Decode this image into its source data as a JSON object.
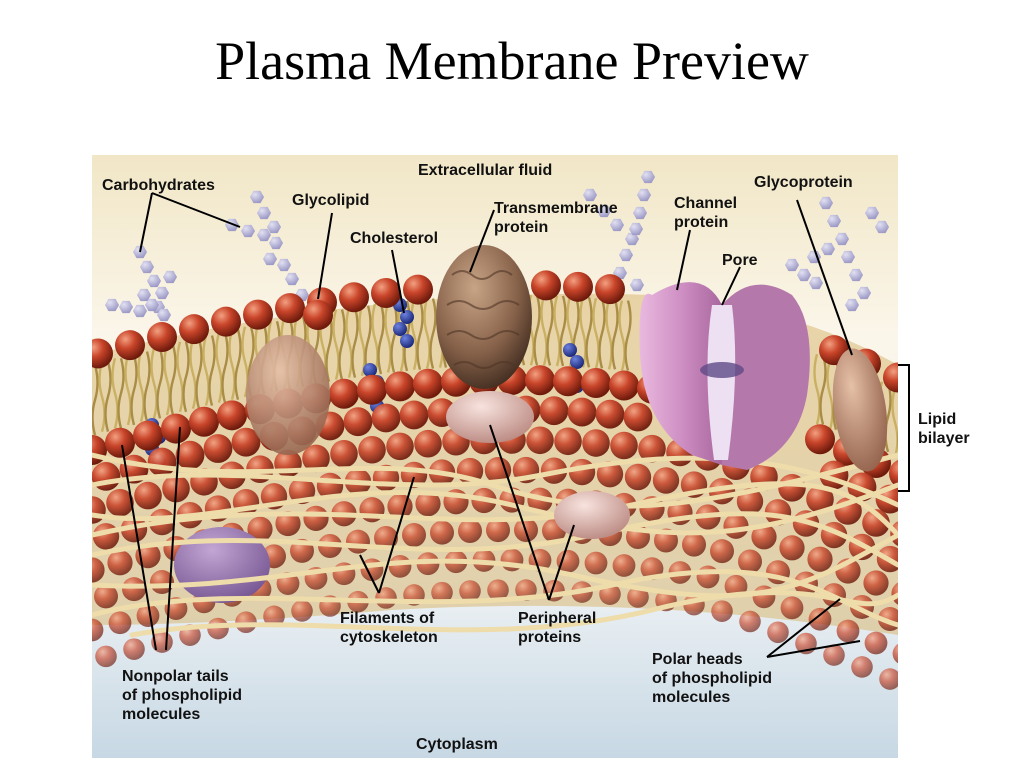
{
  "title": "Plasma Membrane Preview",
  "labels": {
    "extracellular_fluid": "Extracellular fluid",
    "carbohydrates": "Carbohydrates",
    "glycolipid": "Glycolipid",
    "cholesterol": "Cholesterol",
    "transmembrane_protein": "Transmembrane\nprotein",
    "channel_protein": "Channel\nprotein",
    "glycoprotein": "Glycoprotein",
    "pore": "Pore",
    "lipid_bilayer": "Lipid\nbilayer",
    "filaments_of_cytoskeleton": "Filaments of\ncytoskeleton",
    "peripheral_proteins": "Peripheral\nproteins",
    "polar_heads": "Polar heads\nof phospholipid\nmolecules",
    "nonpolar_tails": "Nonpolar tails\nof phospholipid\nmolecules",
    "cytoplasm": "Cytoplasm"
  },
  "colors": {
    "extracellular_top": "#f1e6c6",
    "cytoplasm_bottom": "#c7d8e4",
    "polar_head": "#b8341f",
    "tail": "#c9b063",
    "filament": "#eedcaa",
    "carbohydrate": "#b6b4d4",
    "cholesterol": "#2c3f99",
    "channel_protein": "#d79ccc",
    "transmembrane_protein": "#8a6548",
    "peripheral_protein": "#e1b9b2"
  }
}
